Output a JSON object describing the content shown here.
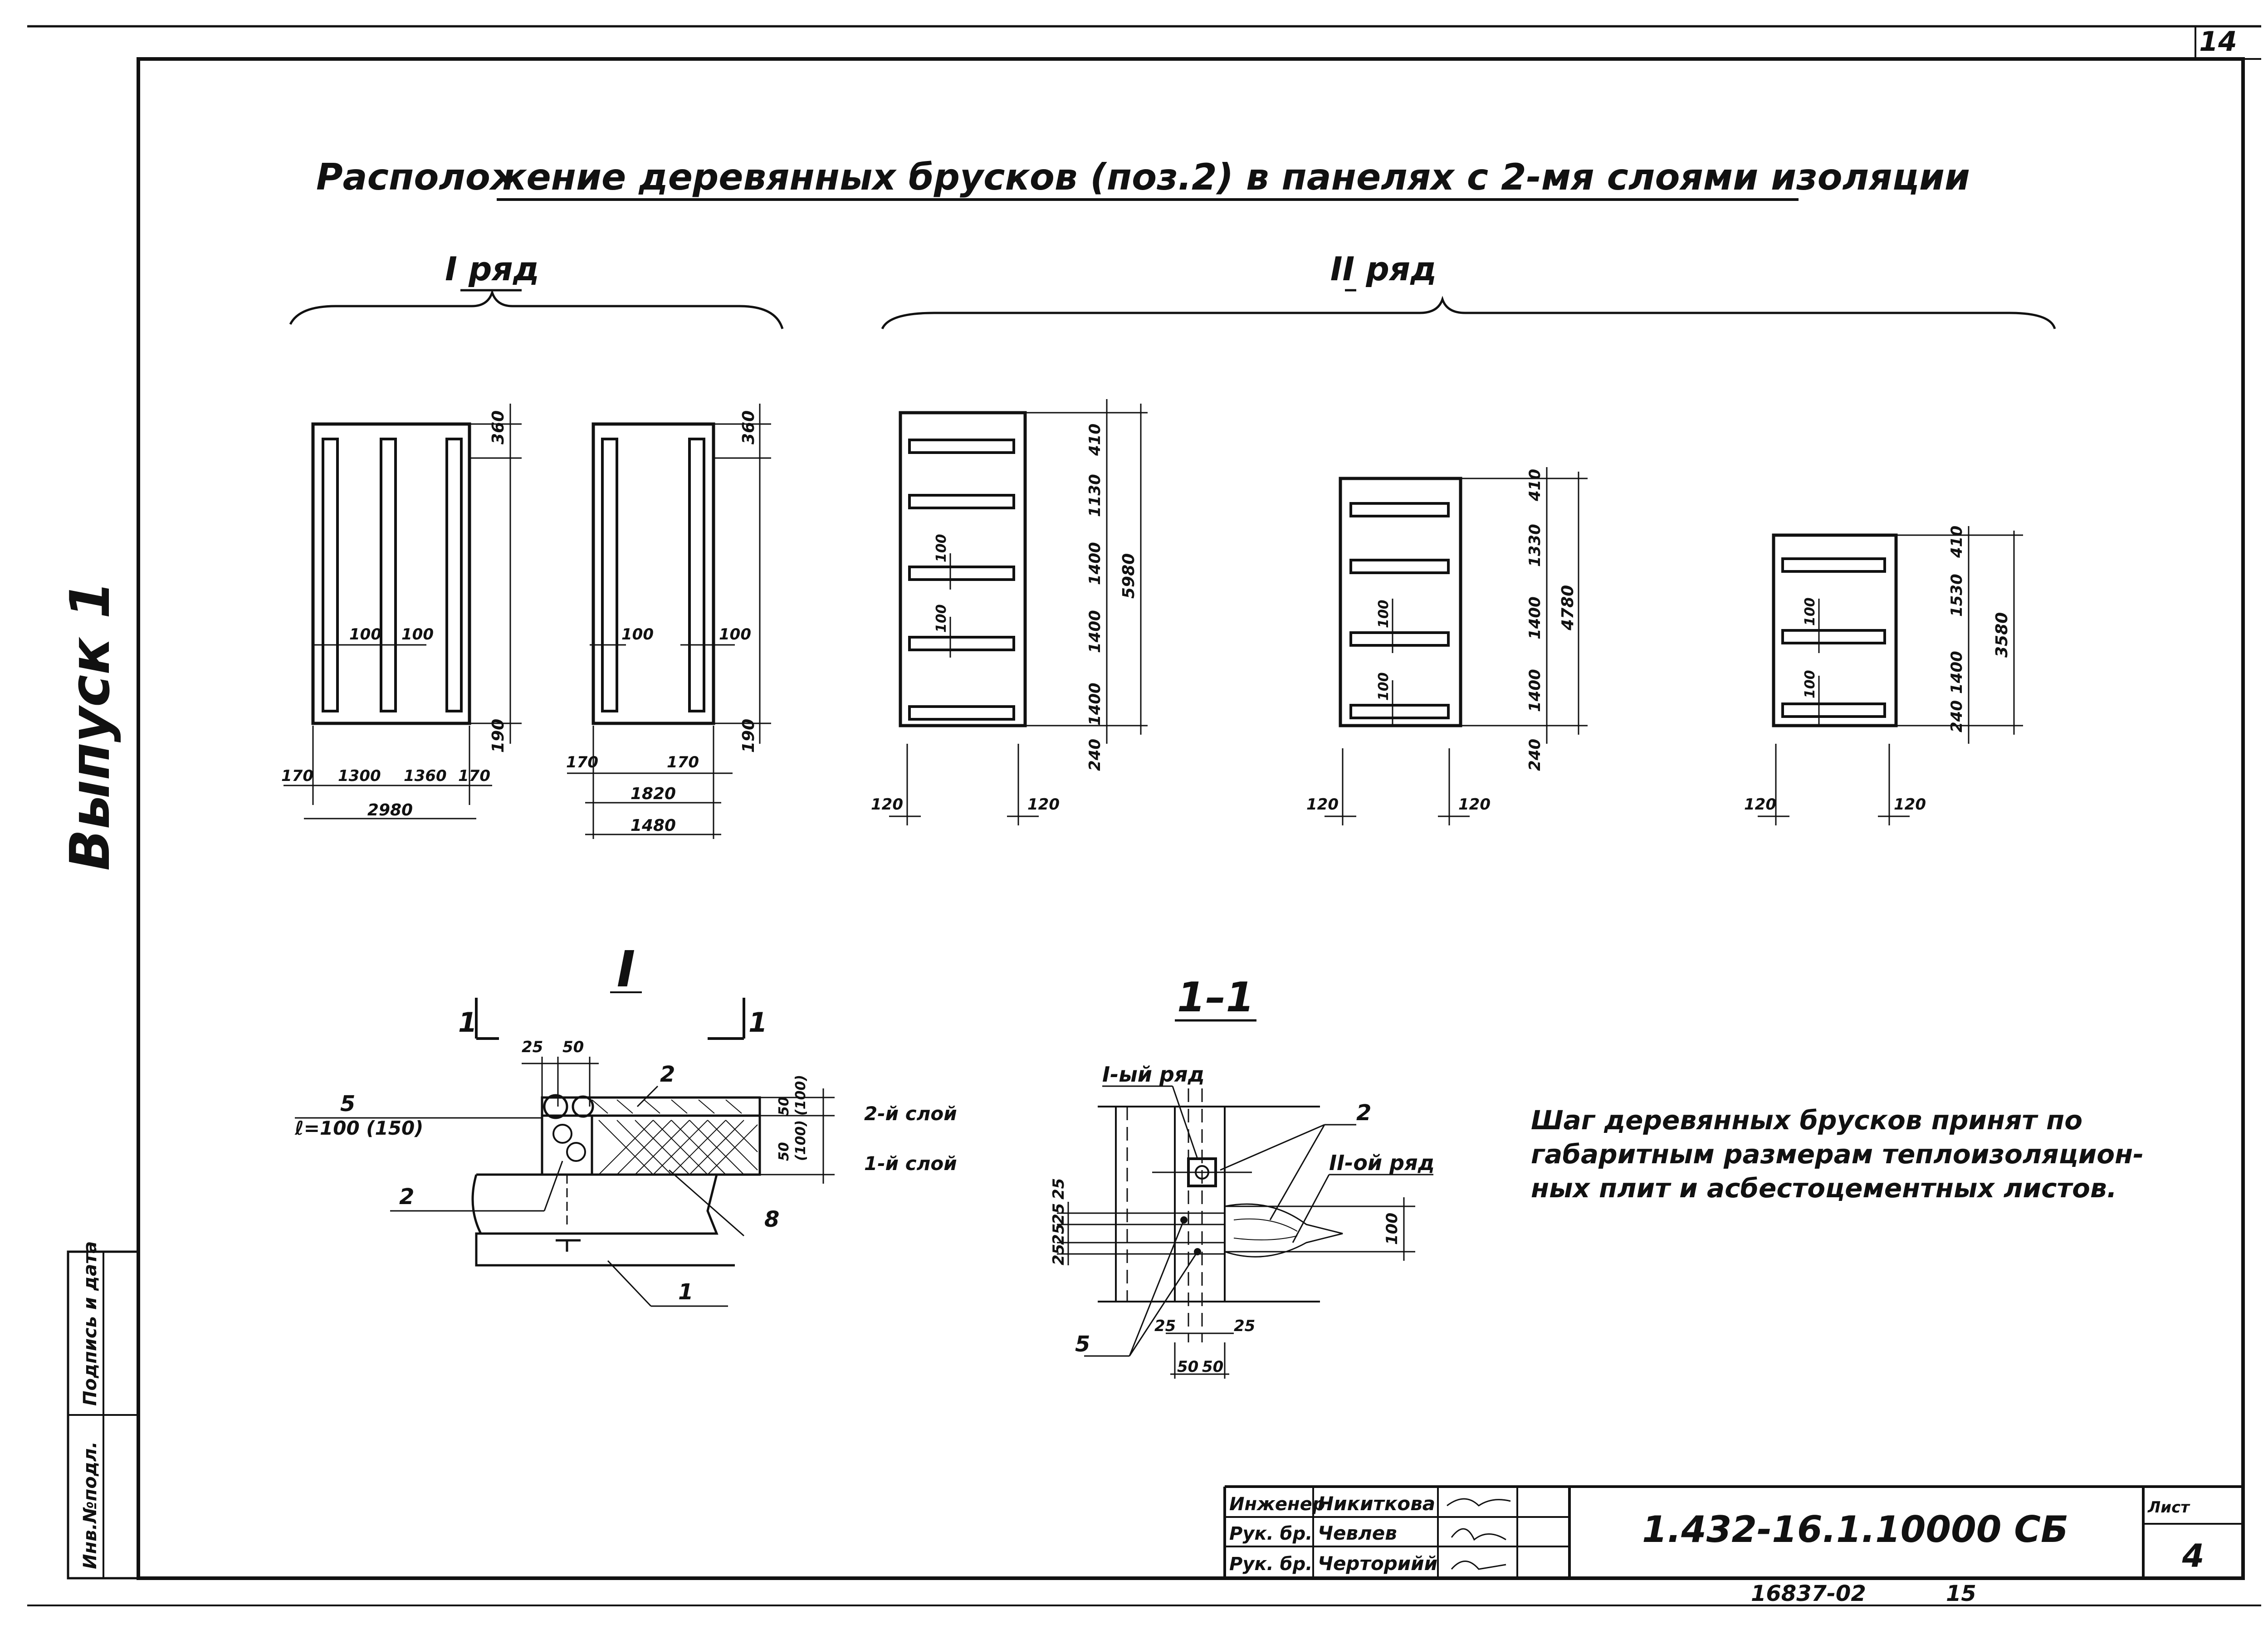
{
  "title": "Расположение деревянных брусков (поз.2) в панелях с 2-мя слоями изоляции",
  "sheet_corner_number": "14",
  "side_label": "Выпуск 1",
  "margin_stamp": {
    "sign_date": "Подпись и дата",
    "inv_no": "Инв.№подл."
  },
  "row1": {
    "label": "I ряд",
    "panel_a": {
      "dims": [
        "360",
        "100",
        "100",
        "190",
        "170",
        "1300",
        "1360",
        "170",
        "2980"
      ]
    },
    "panel_b": {
      "dims": [
        "360",
        "100",
        "100",
        "190",
        "170",
        "170",
        "1820",
        "1480"
      ]
    }
  },
  "row2": {
    "label": "II ряд",
    "panel_a": {
      "dims": [
        "410",
        "1130",
        "1400",
        "1400",
        "1400",
        "240",
        "5980",
        "100",
        "100",
        "120",
        "120"
      ]
    },
    "panel_b": {
      "dims": [
        "410",
        "1330",
        "1400",
        "1400",
        "240",
        "4780",
        "100",
        "100",
        "120",
        "120"
      ]
    },
    "panel_c": {
      "dims": [
        "410",
        "1530",
        "1400",
        "240",
        "3580",
        "100",
        "100",
        "120",
        "120"
      ]
    }
  },
  "detail_I": {
    "title": "I",
    "cut_labels": [
      "1",
      "1"
    ],
    "dims": [
      "25",
      "50"
    ],
    "callouts": [
      "5",
      "ℓ=100 (150)",
      "2",
      "2",
      "8",
      "1"
    ],
    "right_dims": [
      "50",
      "(100)",
      "50",
      "(100)"
    ],
    "layer_labels": [
      "2-й слой",
      "1-й слой"
    ]
  },
  "section_1_1": {
    "title": "1–1",
    "labels": [
      "I-ый ряд",
      "II-ой ряд"
    ],
    "callouts": [
      "2",
      "5"
    ],
    "dims": [
      "25",
      "25",
      "25",
      "25",
      "25",
      "25",
      "50",
      "50",
      "100"
    ]
  },
  "note": [
    "Шаг деревянных брусков принят по",
    "габаритным размерам теплоизоляцион-",
    "ных плит и асбестоцементных листов."
  ],
  "title_block": {
    "rows": [
      {
        "role": "Инженер",
        "name": "Никиткова"
      },
      {
        "role": "Рук. бр.",
        "name": "Чевлев"
      },
      {
        "role": "Рук. бр.",
        "name": "Черторийй"
      }
    ],
    "doc_code": "1.432-16.1.10000 СБ",
    "sheet_label": "Лист",
    "sheet_no": "4",
    "archive_no": "16837-02",
    "page_no": "15"
  }
}
